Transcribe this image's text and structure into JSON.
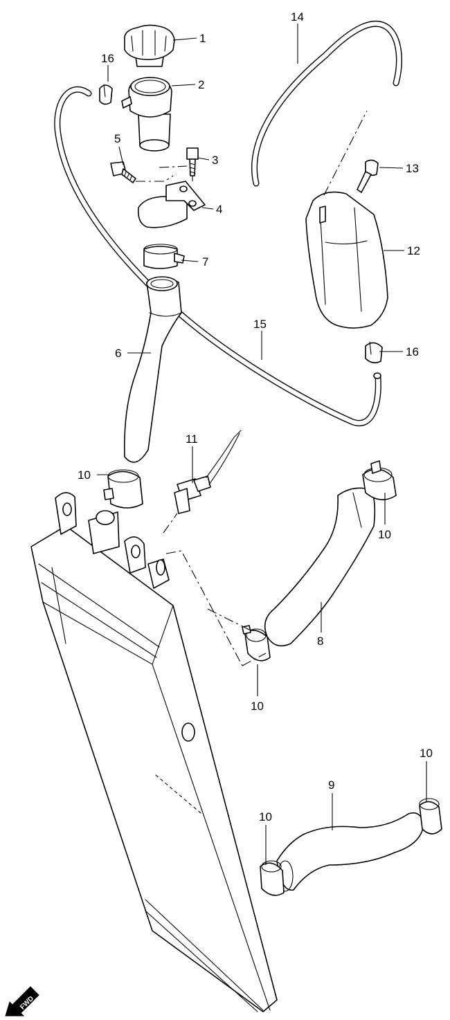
{
  "callouts": {
    "c1": "1",
    "c2": "2",
    "c3": "3",
    "c4": "4",
    "c5": "5",
    "c6": "6",
    "c7": "7",
    "c8": "8",
    "c9": "9",
    "c10a": "10",
    "c10b": "10",
    "c10c": "10",
    "c10d": "10",
    "c10e": "10",
    "c11": "11",
    "c12": "12",
    "c13": "13",
    "c14": "14",
    "c15": "15",
    "c16a": "16",
    "c16b": "16"
  },
  "fwd": {
    "label": "FWD",
    "icon": "fwd-arrow-icon"
  },
  "colors": {
    "line": "#000000",
    "background": "#ffffff"
  }
}
